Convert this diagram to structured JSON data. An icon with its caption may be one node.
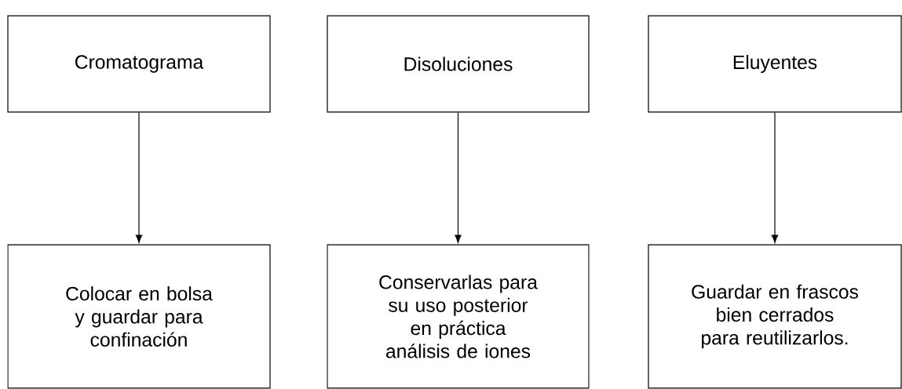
{
  "diagram": {
    "nodes": [
      {
        "text": [
          "Cromatograma"
        ]
      },
      {
        "text": [
          "Disoluciones"
        ]
      },
      {
        "text": [
          "Eluyentes"
        ]
      },
      {
        "text": [
          "Colocar en bolsa y guardar para confinación"
        ]
      },
      {
        "text": [
          "Conservarlas para su uso posterior en práctica análisis de iones"
        ]
      },
      {
        "text": [
          "Guardar en frascos bien cerrados para reutilizarlos."
        ]
      }
    ],
    "edges": [
      {
        "from": 0,
        "to": 3,
        "arrow": "to"
      },
      {
        "from": 1,
        "to": 4,
        "arrow": "to"
      },
      {
        "from": 2,
        "to": 5,
        "arrow": "to"
      }
    ]
  }
}
